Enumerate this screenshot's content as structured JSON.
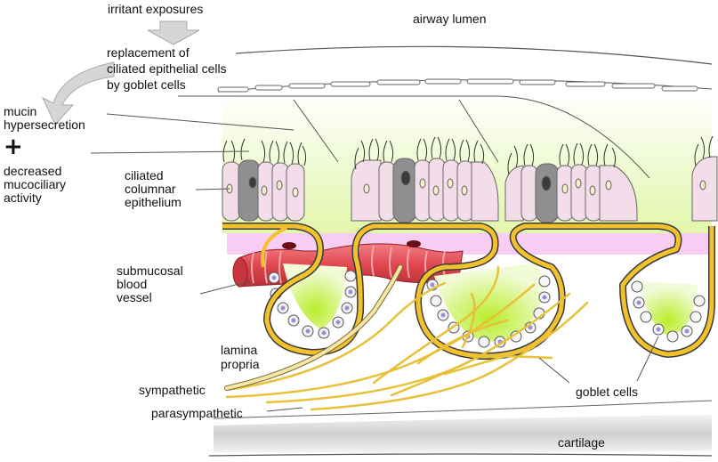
{
  "labels": {
    "irritant_exposures": "irritant exposures",
    "airway_lumen": "airway lumen",
    "replacement": [
      "replacement of",
      "ciliated epithelial cells",
      "by goblet cells"
    ],
    "mucin": [
      "mucin",
      "hypersecretion"
    ],
    "plus_sign": "+",
    "decreased": [
      "decreased",
      "mucociliary",
      "activity"
    ],
    "ciliated": [
      "ciliated",
      "columnar",
      "epithelium"
    ],
    "blood_vessel": [
      "submucosal",
      "blood",
      "vessel"
    ],
    "lamina": [
      "lamina",
      "propria"
    ],
    "sympathetic": "sympathetic",
    "parasympathetic": "parasympathetic",
    "goblet_cells": "goblet cells",
    "cartilage": "cartilage"
  },
  "colors": {
    "mucus_gradient": "#e4f7b0",
    "epithelium_cell": "#f3dde8",
    "goblet_cell": "#8f8f8f",
    "basement_membrane": "#f2c12e",
    "lamina_band": "#f1b9ee",
    "gland_lumen": "#bff03c",
    "blood_vessel": "#e0474f",
    "nerve_fiber": "#e8c13a",
    "cartilage": "#d8d8d8",
    "arrow": "#d6d6d6"
  }
}
